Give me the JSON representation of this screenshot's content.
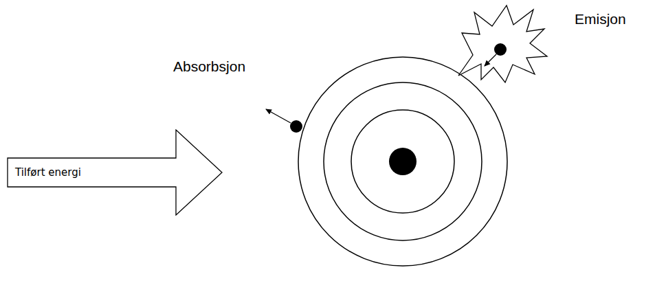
{
  "diagram": {
    "nodes": [
      {
        "text": [
          "Tilført energi"
        ]
      }
    ],
    "labels": [
      "Absorbsjon",
      "Emisjon"
    ]
  }
}
